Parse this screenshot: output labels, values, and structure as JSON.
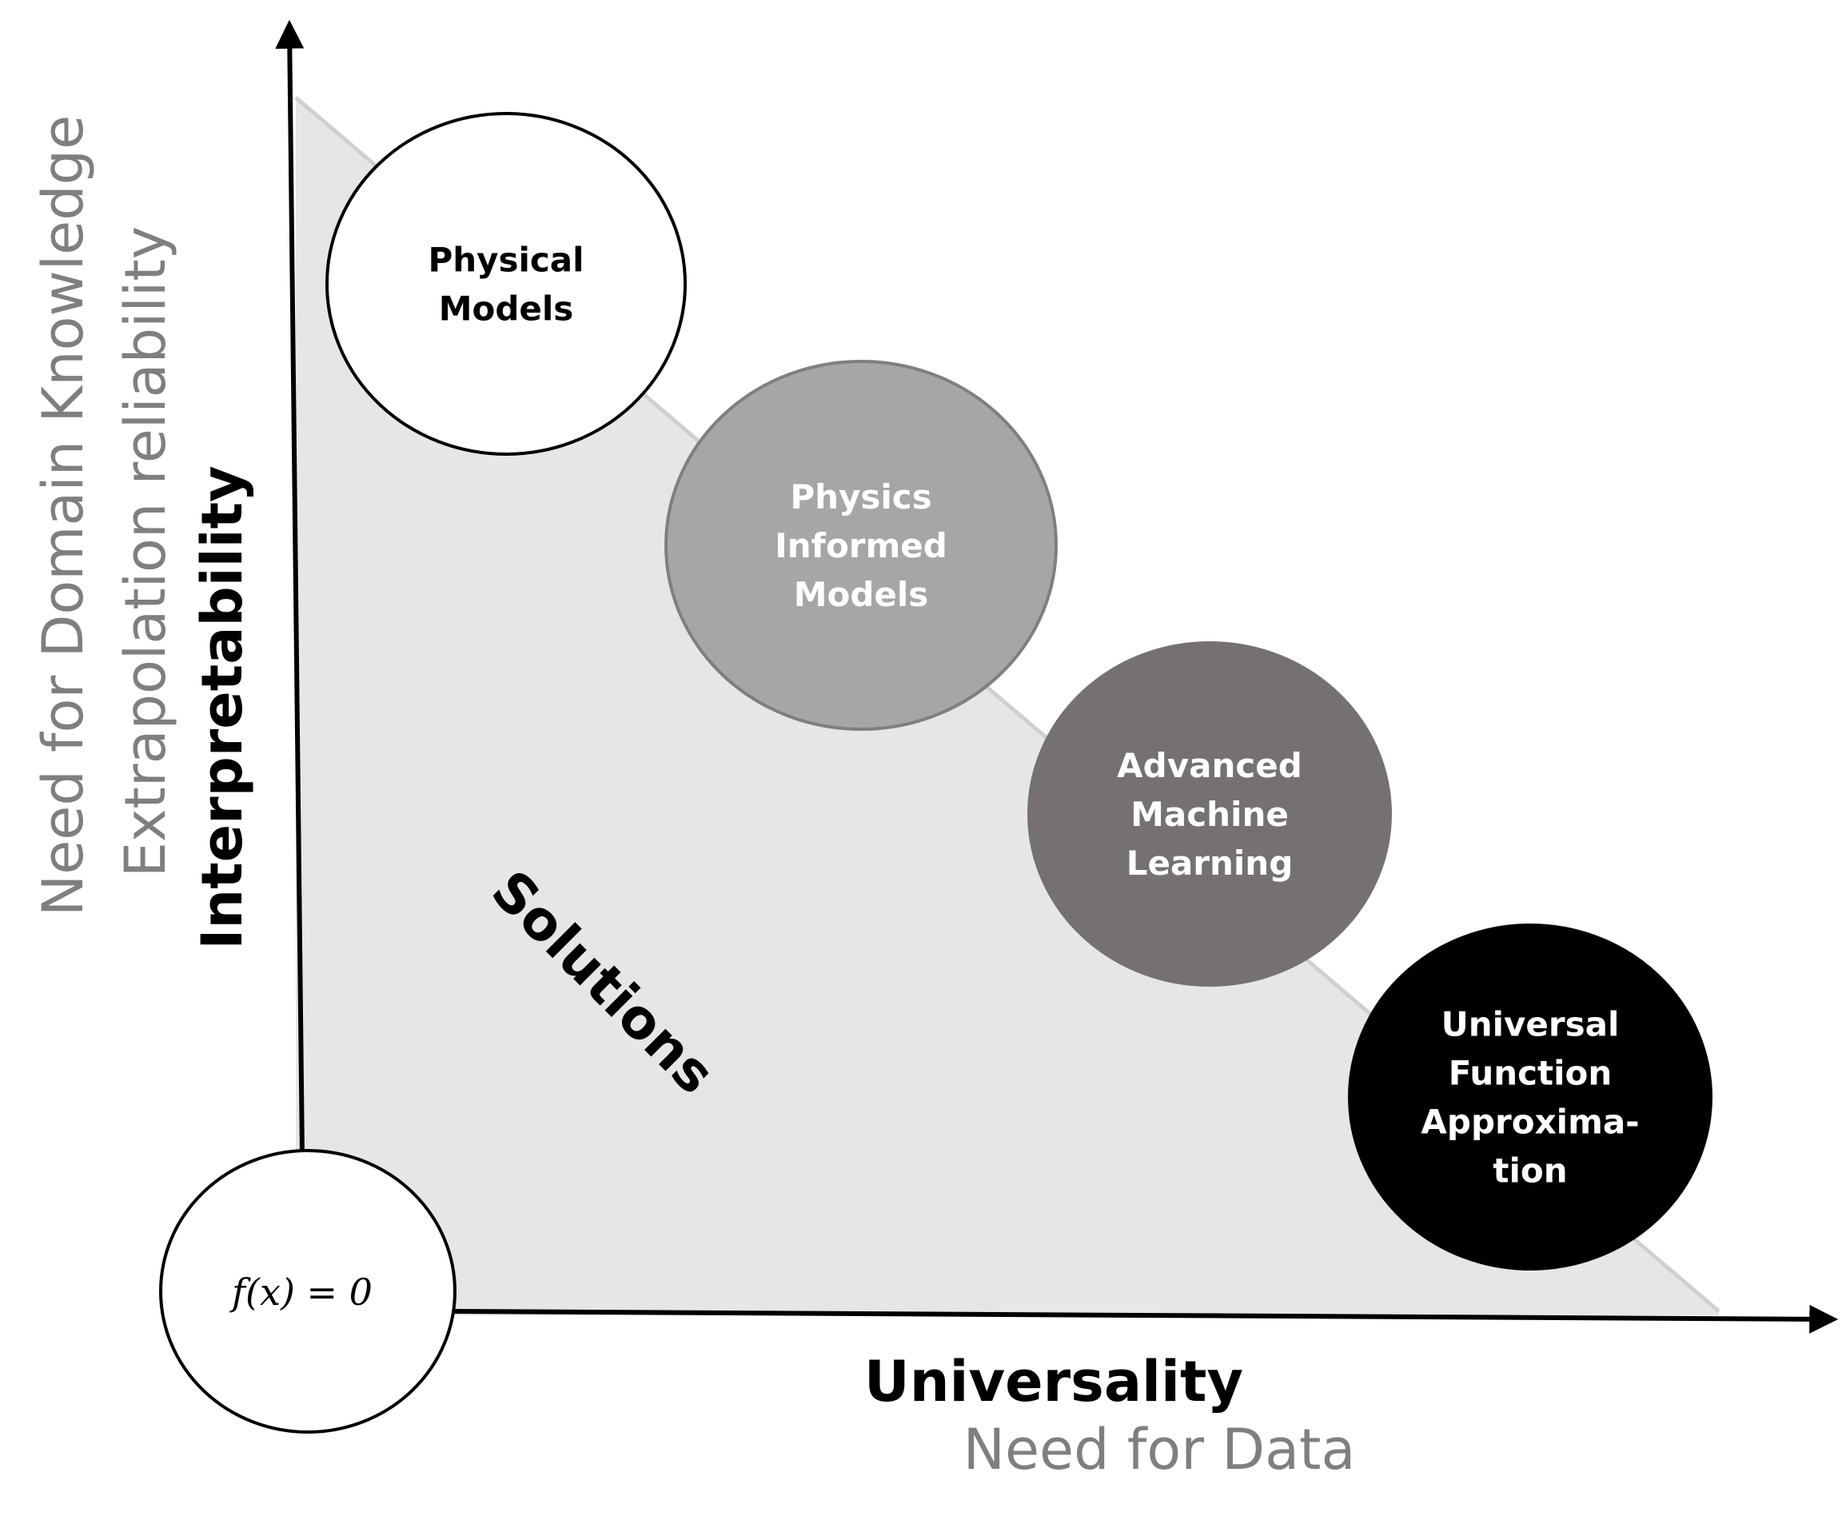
{
  "diagram": {
    "y_axis": {
      "main_label": "Interpretability",
      "sub_labels": [
        "Need for Domain Knowledge",
        "Extrapolation reliability"
      ]
    },
    "x_axis": {
      "main_label": "Universality",
      "sub_label": "Need for Data"
    },
    "region_label": "Solutions",
    "origin_formula": "f(x) = 0",
    "nodes": [
      {
        "id": "physical-models",
        "lines": [
          "Physical",
          "Models"
        ],
        "fill": "#ffffff",
        "text_color": "#000000",
        "stroke": "#000000"
      },
      {
        "id": "physics-informed-models",
        "lines": [
          "Physics",
          "Informed",
          "Models"
        ],
        "fill": "#a6a6a6",
        "text_color": "#ffffff",
        "stroke": "#7f7f7f"
      },
      {
        "id": "advanced-machine-learning",
        "lines": [
          "Advanced",
          "Machine",
          "Learning"
        ],
        "fill": "#767171",
        "text_color": "#ffffff",
        "stroke": "#767171"
      },
      {
        "id": "universal-function-approximation",
        "lines": [
          "Universal",
          "Function",
          "Approxima-",
          "tion"
        ],
        "fill": "#000000",
        "text_color": "#ffffff",
        "stroke": "#000000"
      }
    ],
    "colors": {
      "region_fill": "#e6e6e6",
      "region_edge": "#d0d0d0",
      "axis": "#000000",
      "sub_label": "#7f7f7f"
    }
  }
}
